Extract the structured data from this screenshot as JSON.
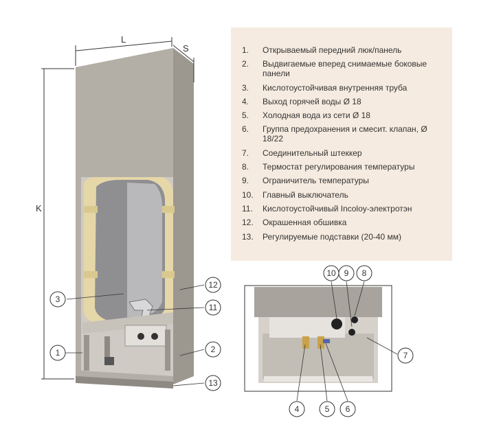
{
  "dimensions": {
    "width": "L",
    "depth": "S",
    "height": "K"
  },
  "legend": [
    {
      "num": "1.",
      "text": "Открываемый передний люк/панель"
    },
    {
      "num": "2.",
      "text": "Выдвигаемые вперед снимаемые боковые панели"
    },
    {
      "num": "3.",
      "text": "Кислотоустойчивая внутренняя труба"
    },
    {
      "num": "4.",
      "text": "Выход горячей воды Ø 18"
    },
    {
      "num": "5.",
      "text": "Холодная вода из сети Ø 18"
    },
    {
      "num": "6.",
      "text": "Группа предохранения и смесит. клапан, Ø 18/22"
    },
    {
      "num": "7.",
      "text": "Соединительный штеккер"
    },
    {
      "num": "8.",
      "text": "Термостат регулирования температуры"
    },
    {
      "num": "9.",
      "text": "Ограничитель температуры"
    },
    {
      "num": "10.",
      "text": "Главный выключатель"
    },
    {
      "num": "11.",
      "text": "Кислотоустойчивый Incoloy-электротэн"
    },
    {
      "num": "12.",
      "text": "Окрашенная обшивка"
    },
    {
      "num": "13.",
      "text": "Регулируемые подставки (20-40 мм)"
    }
  ],
  "callouts": {
    "c1": "1",
    "c2": "2",
    "c3": "3",
    "c4": "4",
    "c5": "5",
    "c6": "6",
    "c7": "7",
    "c8": "8",
    "c9": "9",
    "c10": "10",
    "c11": "11",
    "c12": "12",
    "c13": "13"
  },
  "colors": {
    "panel": "#f6ebe0",
    "cabinet": "#a8a29a",
    "insulation": "#e6d7a8",
    "tank": "#8a8a8c"
  }
}
